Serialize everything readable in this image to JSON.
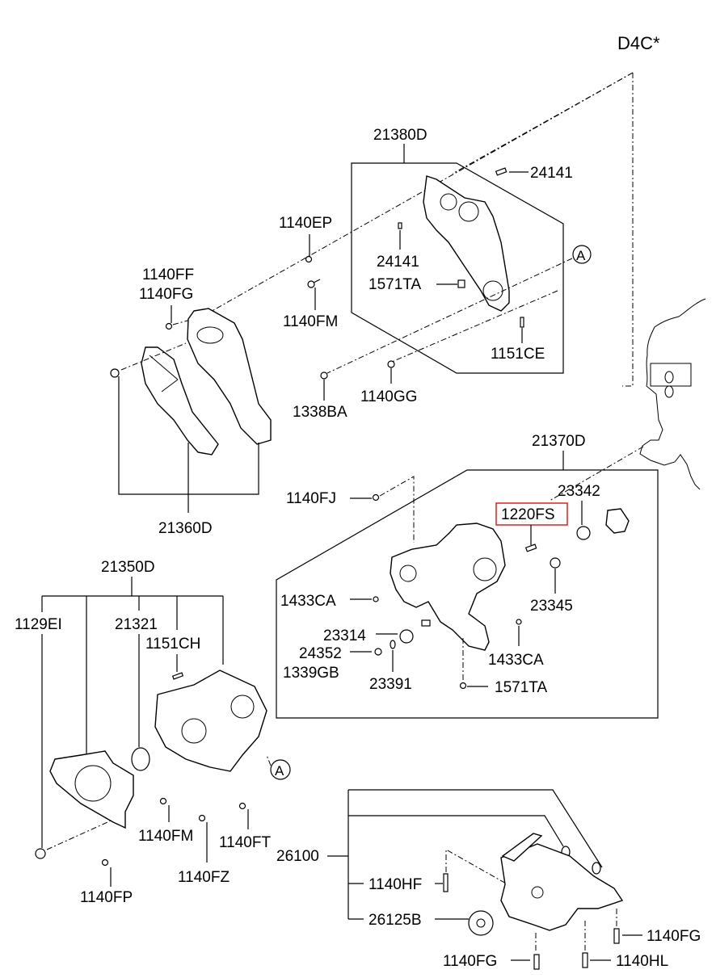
{
  "diagram": {
    "engine_code": "D4C*",
    "highlight_color": "#e02020",
    "highlighted_part": "1220FS",
    "groups": {
      "g21380D": {
        "assembly": "21380D",
        "parts": [
          "24141",
          "1140EP",
          "24141",
          "1571TA",
          "1140FM",
          "1151CE",
          "1338BA",
          "1140GG"
        ],
        "ref_marker": "A"
      },
      "g21360D": {
        "assembly": "21360D",
        "parts": [
          "1140FF",
          "1140FG"
        ]
      },
      "g21370D": {
        "assembly": "21370D",
        "parts": [
          "1140FJ",
          "23342",
          "1220FS",
          "1433CA",
          "23345",
          "23314",
          "24352",
          "1339GB",
          "23391",
          "1433CA",
          "1571TA"
        ]
      },
      "g21350D": {
        "assembly": "21350D",
        "parts": [
          "1129EI",
          "21321",
          "1151CH",
          "1140FM",
          "1140FT",
          "1140FZ",
          "1140FP"
        ],
        "ref_marker": "A"
      },
      "g26100": {
        "assembly": "26100",
        "parts": [
          "1140HF",
          "26125B",
          "1140FG",
          "1140FG",
          "1140HL"
        ]
      }
    }
  }
}
